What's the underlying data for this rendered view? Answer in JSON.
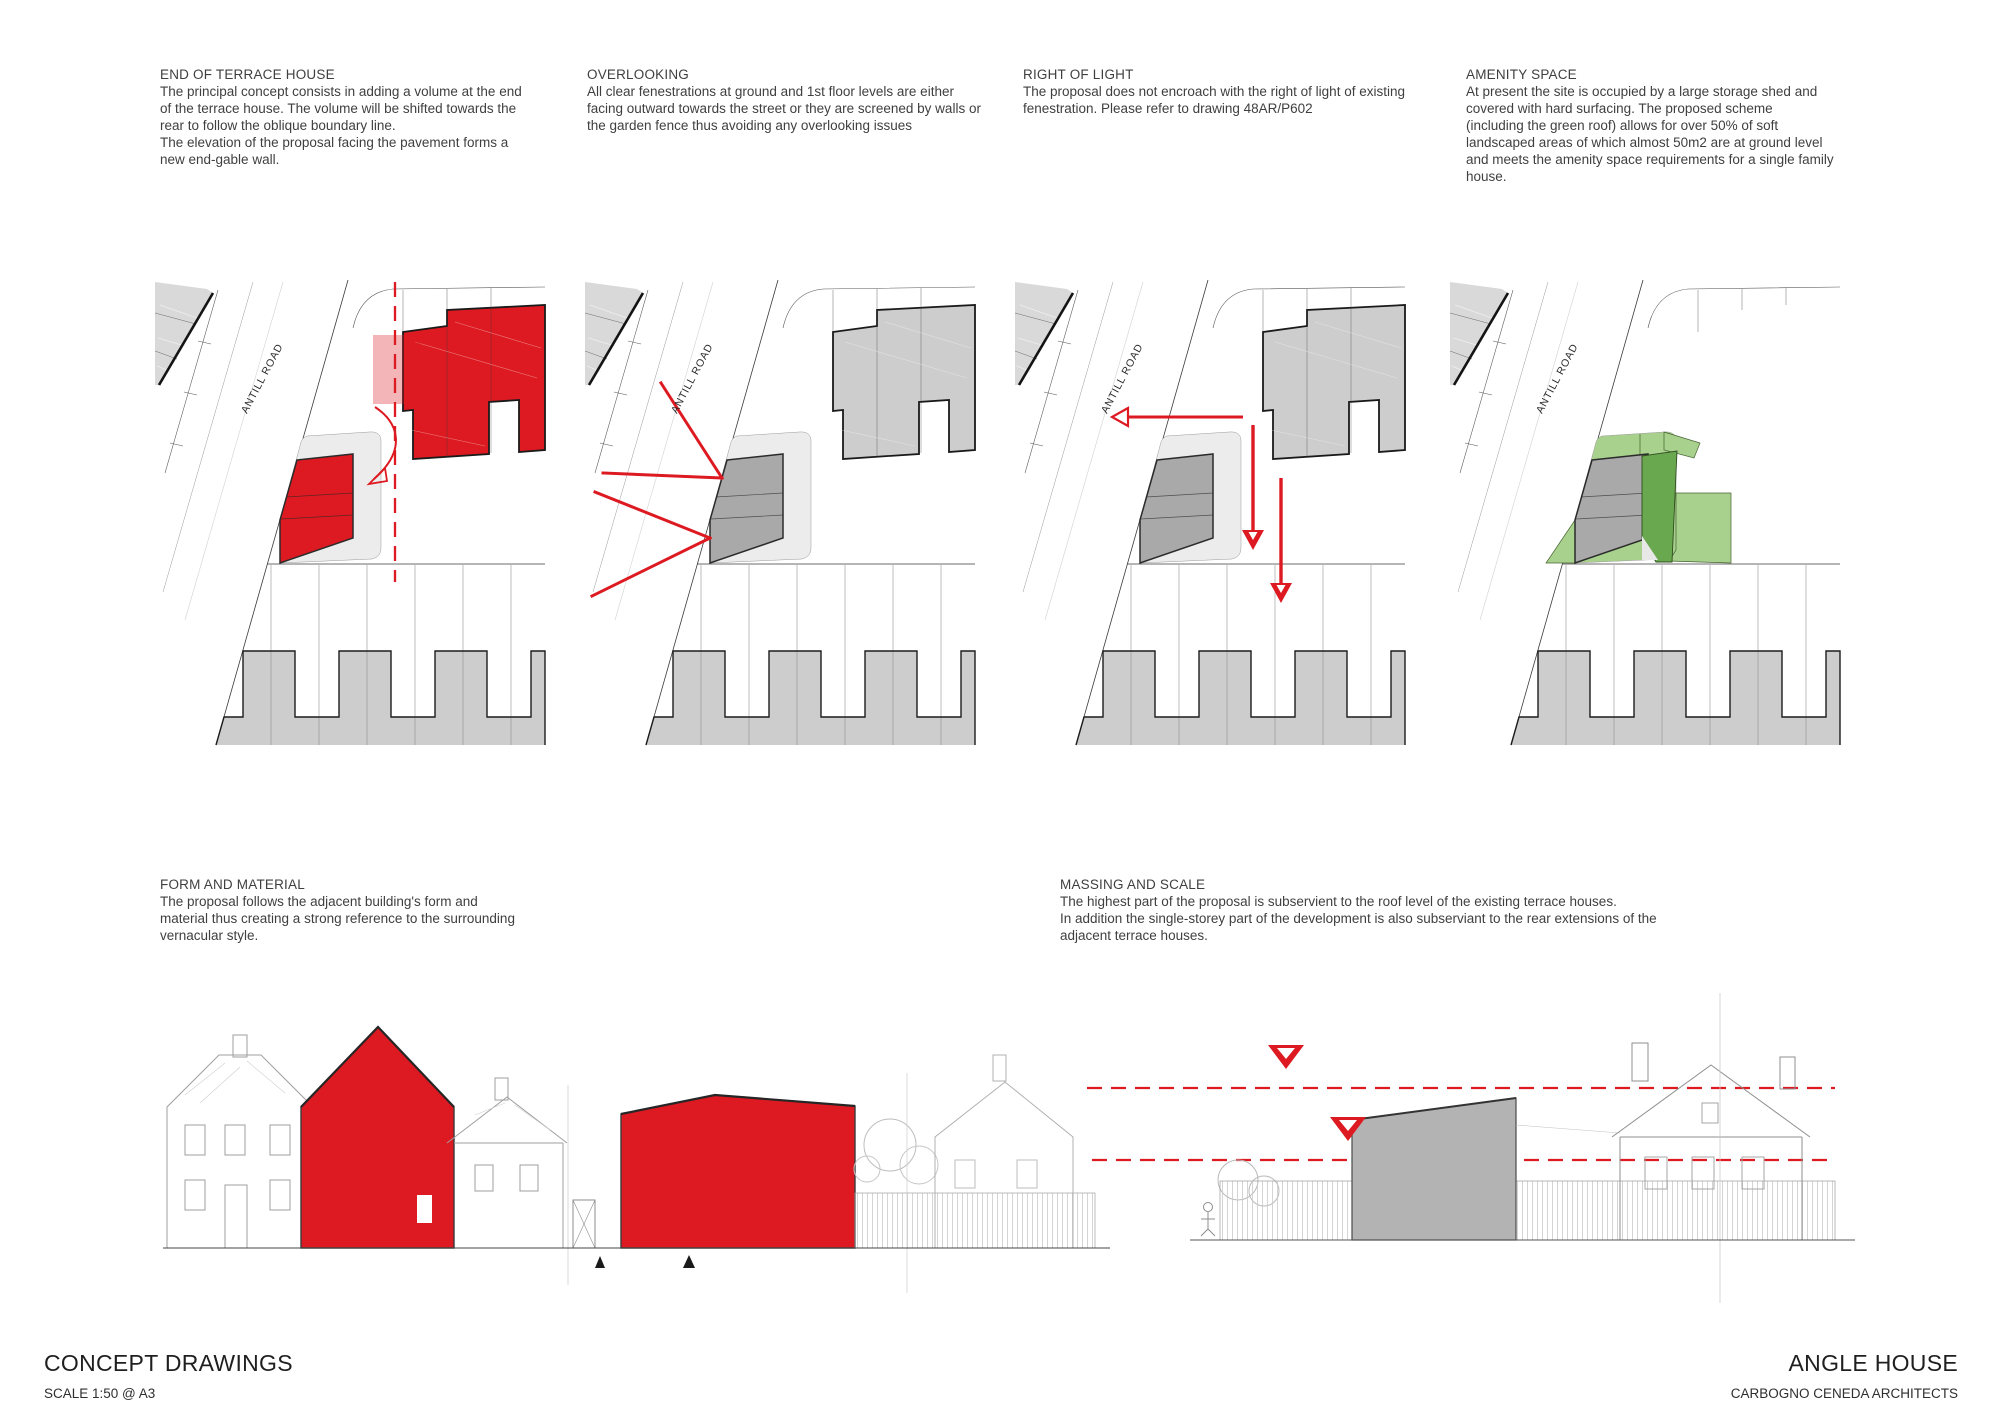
{
  "road_label": "ANTILL ROAD",
  "colors": {
    "accent_red": "#dd1a21",
    "terrace_gray": "#cdcdcd",
    "proposal_gray": "#a9a9a9",
    "yard_gray": "#ececec",
    "green_light": "#a9d18e",
    "green_dark": "#6aa84f"
  },
  "panels": [
    {
      "title": "END OF TERRACE HOUSE",
      "body": "The principal concept consists in adding a volume at the end of the terrace house. The volume will be shifted towards the rear to follow the oblique boundary line.\nThe elevation of the proposal facing the pavement forms a new end-gable wall."
    },
    {
      "title": "OVERLOOKING",
      "body": "All clear fenestrations at ground and 1st floor levels are either facing outward towards the street or they are screened by walls or the garden fence thus avoiding any overlooking issues"
    },
    {
      "title": "RIGHT OF LIGHT",
      "body": "The proposal does not encroach with the right of light of existing fenestration. Please refer to drawing 48AR/P602"
    },
    {
      "title": "AMENITY SPACE",
      "body": "At present the site is occupied by a large storage shed and covered with hard surfacing. The proposed scheme (including the green roof) allows for over 50% of soft landscaped areas of which almost 50m2 are at ground level and meets the amenity space requirements for a single family house."
    }
  ],
  "sections": [
    {
      "title": "FORM AND MATERIAL",
      "body": "The proposal follows the adjacent building's form and material thus creating a strong reference to the surrounding vernacular style."
    },
    {
      "title": "MASSING AND SCALE",
      "body": "The highest part of the proposal is subservient to the roof level of the existing terrace houses.\nIn addition the single-storey part of the development is also subserviant to the rear extensions of the adjacent terrace houses."
    }
  ],
  "footer": {
    "title": "CONCEPT DRAWINGS",
    "scale": "SCALE 1:50 @ A3",
    "project": "ANGLE HOUSE",
    "firm": "CARBOGNO CENEDA ARCHITECTS"
  }
}
